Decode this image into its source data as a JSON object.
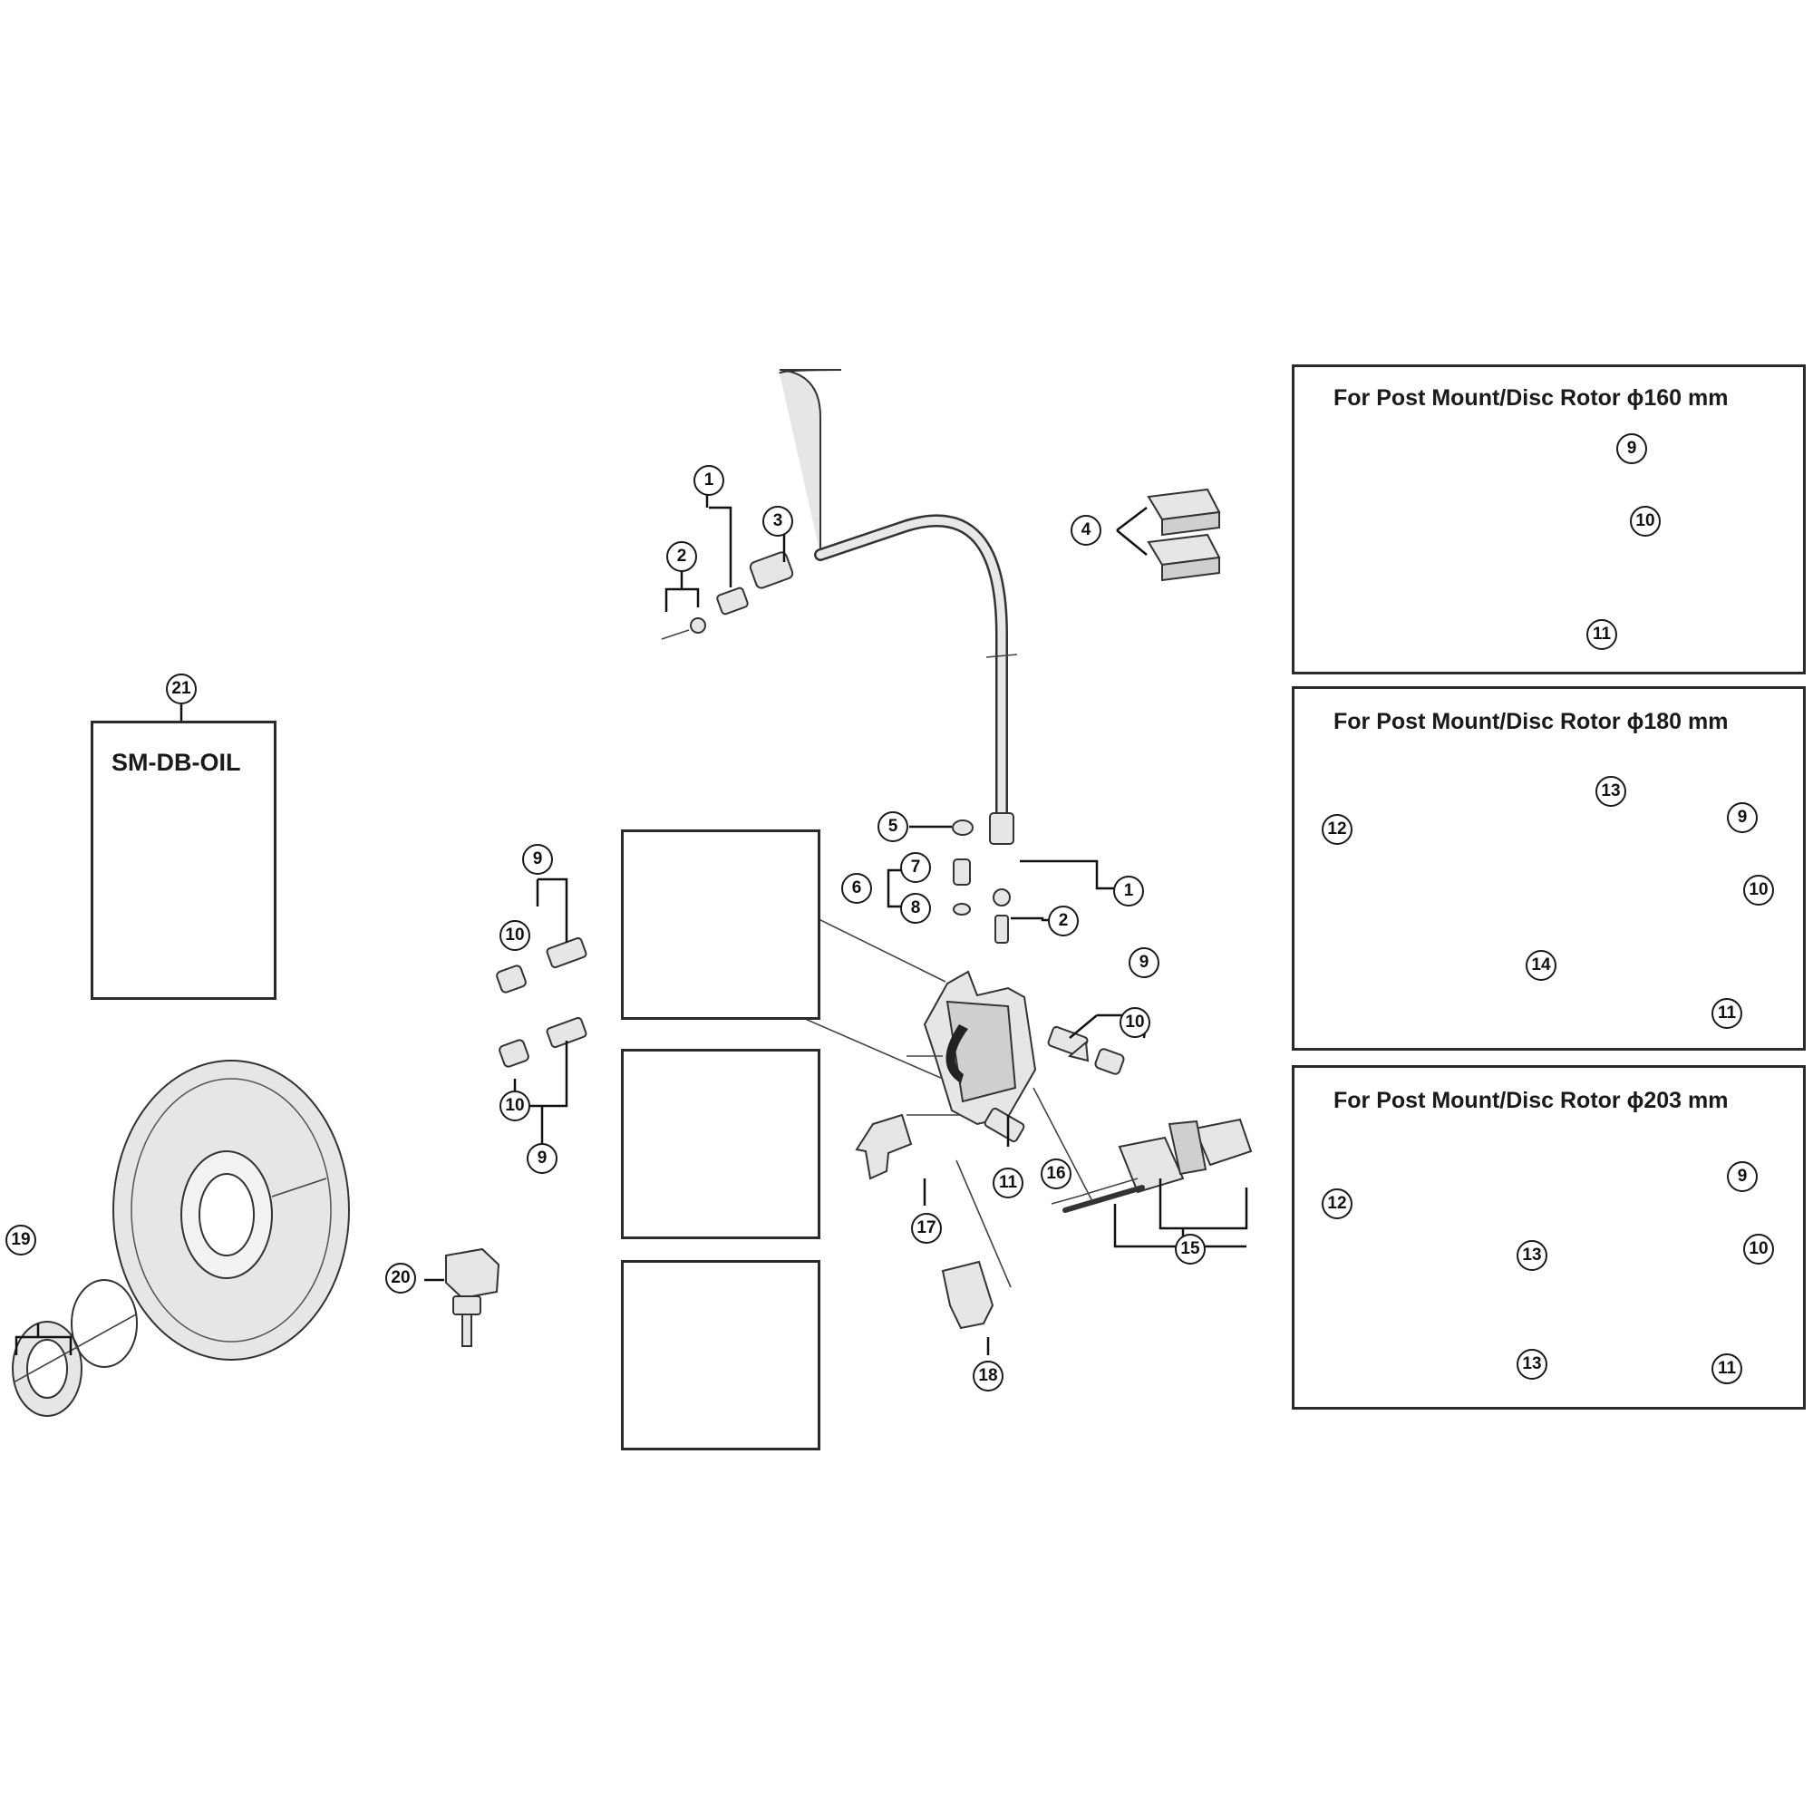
{
  "oil_label": "SM-DB-OIL",
  "panels": [
    {
      "title": "For Post Mount/Disc Rotor  ϕ160 mm"
    },
    {
      "title": "For Post Mount/Disc Rotor  ϕ180 mm"
    },
    {
      "title": "For Post Mount/Disc Rotor ϕ203 mm"
    }
  ],
  "callouts": {
    "c1a": "1",
    "c2a": "2",
    "c3": "3",
    "c4": "4",
    "c5": "5",
    "c6": "6",
    "c7": "7",
    "c8": "8",
    "c1b": "1",
    "c2b": "2",
    "c9a": "9",
    "c10a": "10",
    "c10b": "10",
    "c9b": "9",
    "c9c": "9",
    "c10c": "10",
    "c11a": "11",
    "c16": "16",
    "c15": "15",
    "c17": "17",
    "c18": "18",
    "c19": "19",
    "c20": "20",
    "c21": "21",
    "p1_9": "9",
    "p1_10": "10",
    "p1_11": "11",
    "p2_13": "13",
    "p2_12": "12",
    "p2_9": "9",
    "p2_10": "10",
    "p2_14": "14",
    "p2_11": "11",
    "p3_12": "12",
    "p3_9": "9",
    "p3_13a": "13",
    "p3_10": "10",
    "p3_13b": "13",
    "p3_11": "11"
  }
}
